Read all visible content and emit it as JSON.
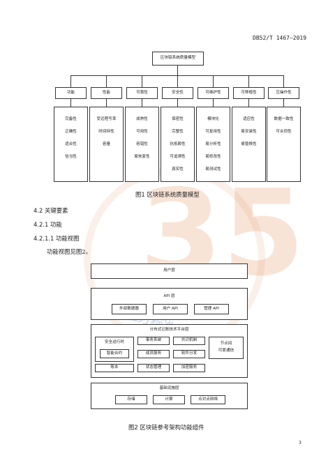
{
  "header": {
    "doc_number": "DB52/T 1467—2019"
  },
  "figure1": {
    "root": "区块链系统质量模型",
    "characteristics": [
      "功能",
      "性能",
      "可靠性",
      "安全性",
      "可维护性",
      "可移植性",
      "互操作性"
    ],
    "sub": [
      [
        "完备性",
        "正确性",
        "适合性",
        "恰当性"
      ],
      [
        "受远程写率",
        "时间特性",
        "容量"
      ],
      [
        "成熟性",
        "可用性",
        "容错性",
        "易恢复性"
      ],
      [
        "保密性",
        "完整性",
        "抗抵赖性",
        "可追溯性",
        "真实性"
      ],
      [
        "模块化",
        "可复用性",
        "易分析性",
        "易修改性",
        "易测试性"
      ],
      [
        "适应性",
        "易安装性",
        "易替换性"
      ],
      [
        "数据一致性",
        "可合同性"
      ]
    ],
    "caption": "图1  区块链系统质量模型"
  },
  "sections": {
    "s1": "4.2   关键要素",
    "s2": "4.2.1   功能",
    "s3": "4.2.1.1   功能视图",
    "body": "功能视图见图2。"
  },
  "figure2": {
    "user_layer": "用户层",
    "api_layer": "API 层",
    "api_items": [
      "外部数据器",
      "用户 API",
      "管理 API"
    ],
    "dist_layer": "分布式记账技术平台层",
    "dist_items": {
      "secure_runtime": "安全运行时",
      "contract": "智能合约",
      "ledger": "账本",
      "tx_system": "事务系统",
      "member_service": "成员服务",
      "state_mgmt": "状态管理",
      "consensus": "共识机制",
      "software_dist": "软件分发",
      "crypto_service": "加密服务",
      "node_comm": "节点间",
      "node_comm2": "可靠通信"
    },
    "infra_layer": "基础设施层",
    "infra_items": [
      "存储",
      "计算",
      "点对点网络"
    ],
    "caption": "图2  区块链参考架构功能组件"
  },
  "footer": {
    "page_number": "3"
  },
  "watermark": {
    "big": "35",
    "text": "贵州省地方标准信息服务平台"
  }
}
